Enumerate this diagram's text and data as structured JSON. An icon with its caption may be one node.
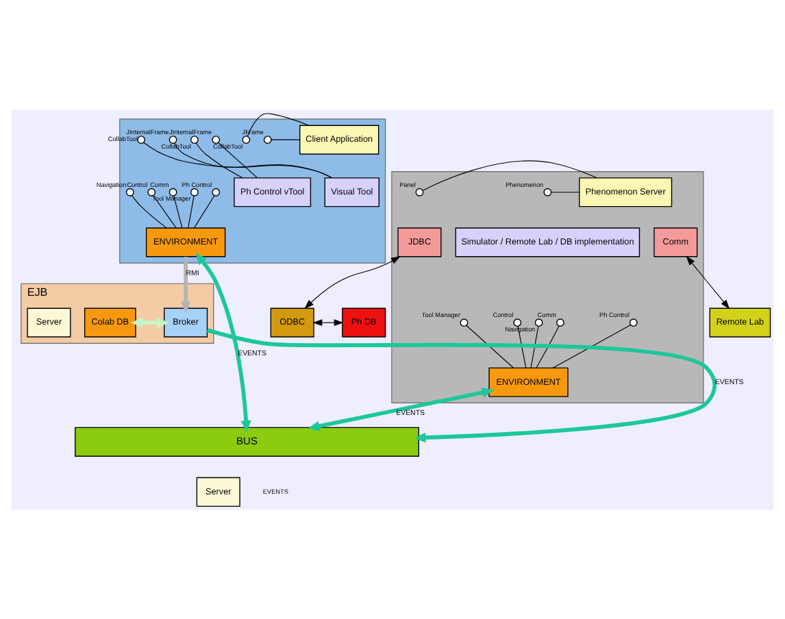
{
  "diagram": {
    "nodes": [
      {
        "text": [],
        "shape": "box"
      },
      {
        "text": [
          "Client Application"
        ],
        "in": 0
      },
      {
        "text": [],
        "shape": "circle",
        "beside": [
          "JFrame"
        ],
        "in": 0
      },
      {
        "text": [],
        "shape": "circle",
        "beside": [
          "CollabTool"
        ],
        "in": 0
      },
      {
        "text": [
          "Ph Control vTool"
        ],
        "in": 0
      },
      {
        "text": [],
        "shape": "circle",
        "beside": [
          "JInternalFrame"
        ],
        "in": 0
      },
      {
        "text": [],
        "shape": "circle",
        "beside": [
          "CollabTool"
        ],
        "in": 0
      },
      {
        "text": [
          "Visual Tool"
        ],
        "in": 0
      },
      {
        "text": [],
        "shape": "circle",
        "beside": [
          "JInternalFrame"
        ],
        "in": 0
      },
      {
        "text": [],
        "shape": "circle",
        "beside": [
          "CollabTool"
        ],
        "in": 0
      },
      {
        "text": [
          "ENVIRONMENT"
        ],
        "in": 0
      },
      {
        "text": [],
        "shape": "circle",
        "beside": [
          "Ph Control"
        ],
        "in": 0
      },
      {
        "text": [],
        "shape": "circle",
        "beside": [
          "Tool Manager"
        ],
        "in": 0
      },
      {
        "text": [],
        "shape": "circle",
        "beside": [
          "Comm"
        ],
        "in": 0
      },
      {
        "text": [],
        "shape": "circle",
        "beside": [
          "Control"
        ],
        "in": 0
      },
      {
        "text": [],
        "shape": "circle",
        "beside": [
          "Navigation"
        ],
        "in": 0
      },
      {
        "text": [],
        "shape": "box"
      },
      {
        "text": [
          "Phenomenon Server"
        ],
        "in": 16
      },
      {
        "text": [],
        "shape": "circle",
        "beside": [
          "Panel"
        ],
        "in": 16
      },
      {
        "text": [],
        "shape": "circle",
        "beside": [
          "Phenomenon"
        ],
        "in": 16
      },
      {
        "text": [
          "Comm"
        ],
        "in": 16
      },
      {
        "text": [
          "JDBC"
        ],
        "in": 16
      },
      {
        "text": [
          "Simulator / Remote Lab / DB implementation"
        ],
        "in": 16
      },
      {
        "text": [
          "ENVIRONMENT"
        ],
        "in": 16
      },
      {
        "text": [],
        "shape": "circle",
        "beside": [
          "Ph Control"
        ],
        "in": 16
      },
      {
        "text": [],
        "shape": "circle",
        "beside": [
          "Tool Manager"
        ],
        "in": 16
      },
      {
        "text": [],
        "shape": "circle",
        "beside": [
          "Comm"
        ],
        "in": 16
      },
      {
        "text": [],
        "shape": "circle",
        "beside": [
          "Control"
        ],
        "in": 16
      },
      {
        "text": [],
        "shape": "circle",
        "beside": [
          "Navigation"
        ],
        "in": 16
      },
      {
        "text": [
          "Remote Lab"
        ]
      },
      {
        "text": [
          "ODBC"
        ]
      },
      {
        "text": [
          "Ph DB"
        ]
      },
      {
        "text": [
          "BUS"
        ]
      },
      {
        "text": [
          "Server"
        ]
      },
      {
        "text": [
          "EJB"
        ]
      },
      {
        "text": [
          "Broker"
        ],
        "in": 34
      },
      {
        "text": [
          "Colab DB"
        ],
        "in": 34
      },
      {
        "text": [
          "Server"
        ],
        "in": 34
      }
    ],
    "edges": [
      {
        "from": 2,
        "to": 1,
        "arrow": "none"
      },
      {
        "from": 3,
        "to": 1,
        "arrow": "none"
      },
      {
        "from": 5,
        "to": 4,
        "arrow": "none"
      },
      {
        "from": 6,
        "to": 4,
        "arrow": "none"
      },
      {
        "from": 8,
        "to": 7,
        "arrow": "none"
      },
      {
        "from": 9,
        "to": 7,
        "arrow": "none"
      },
      {
        "from": 11,
        "to": 10,
        "arrow": "none"
      },
      {
        "from": 12,
        "to": 10,
        "arrow": "none"
      },
      {
        "from": 13,
        "to": 10,
        "arrow": "none"
      },
      {
        "from": 14,
        "to": 10,
        "arrow": "none"
      },
      {
        "from": 15,
        "to": 10,
        "arrow": "none"
      },
      {
        "from": 18,
        "to": 17,
        "arrow": "none"
      },
      {
        "from": 19,
        "to": 17,
        "arrow": "none"
      },
      {
        "from": 24,
        "to": 23,
        "arrow": "none"
      },
      {
        "from": 25,
        "to": 23,
        "arrow": "none"
      },
      {
        "from": 26,
        "to": 23,
        "arrow": "none"
      },
      {
        "from": 27,
        "to": 23,
        "arrow": "none"
      },
      {
        "from": 28,
        "to": 23,
        "arrow": "none"
      },
      {
        "from": 20,
        "to": 29,
        "arrow": "both"
      },
      {
        "from": 21,
        "to": 30,
        "arrow": "both"
      },
      {
        "from": 30,
        "to": 31,
        "arrow": "both"
      },
      {
        "from": 10,
        "to": 32,
        "arrow": "both",
        "label": "EVENTS",
        "style": "thick",
        "color": "#1ec79a"
      },
      {
        "from": 23,
        "to": 32,
        "arrow": "both",
        "label": "EVENTS",
        "style": "thick",
        "color": "#1ec79a"
      },
      {
        "from": 10,
        "to": 35,
        "arrow": "to",
        "label": "RMI",
        "style": "thick",
        "color": "#b4b4b4"
      },
      {
        "from": 35,
        "to": 32,
        "arrow": "to",
        "label": "EVENTS",
        "style": "thick",
        "color": "#1ec79a"
      },
      {
        "from": 35,
        "to": 36,
        "arrow": "both",
        "style": "thick",
        "color": "#c8f5c8"
      }
    ],
    "labels": [
      "EVENTS"
    ]
  }
}
